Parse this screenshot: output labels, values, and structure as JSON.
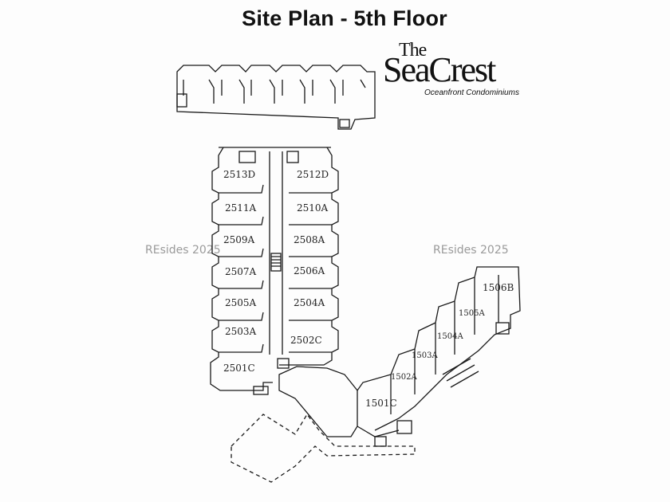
{
  "title": "Site Plan - 5th Floor",
  "logo": {
    "the": "The",
    "name": "SeaCrest",
    "tagline": "Oceanfront Condominiums"
  },
  "watermarks": [
    "REsides 2025",
    "REsides 2025"
  ],
  "units": {
    "north_west": [
      "2513D",
      "2511A",
      "2509A",
      "2507A",
      "2505A",
      "2503A",
      "2501C"
    ],
    "north_east": [
      "2512D",
      "2510A",
      "2508A",
      "2506A",
      "2504A",
      "2502C"
    ],
    "east_wing": [
      "1501C",
      "1502A",
      "1503A",
      "1504A",
      "1505A",
      "1506B"
    ]
  },
  "colors": {
    "ink": "#1a1a1a",
    "watermark": "#9a9a9a",
    "background": "#fdfdfd"
  }
}
